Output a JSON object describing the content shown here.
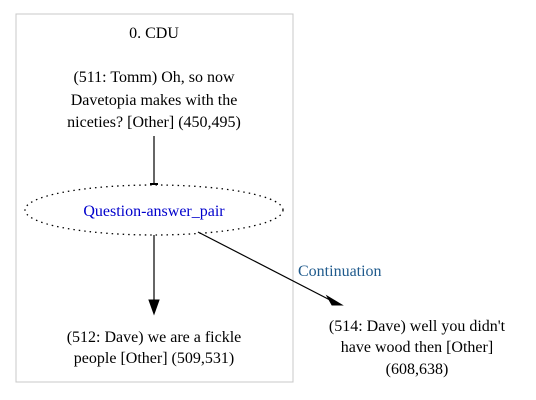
{
  "cluster": {
    "title": "0. CDU"
  },
  "nodes": {
    "n511": {
      "lines": [
        "(511: Tomm) Oh, so now",
        "Davetopia makes with the",
        "niceties? [Other] (450,495)"
      ]
    },
    "relation": {
      "label": "Question-answer_pair"
    },
    "n512": {
      "lines": [
        "(512: Dave) we are a fickle",
        "people [Other] (509,531)"
      ]
    },
    "n514": {
      "lines": [
        "(514: Dave) well you didn't",
        "have wood then [Other]",
        "(608,638)"
      ]
    }
  },
  "edges": {
    "continuation": {
      "label": "Continuation"
    }
  },
  "colors": {
    "relation_text": "#0000cc",
    "edge_label": "#1f5a8c",
    "cluster_border": "#c8c8c8",
    "text": "#000000",
    "edge": "#000000"
  }
}
